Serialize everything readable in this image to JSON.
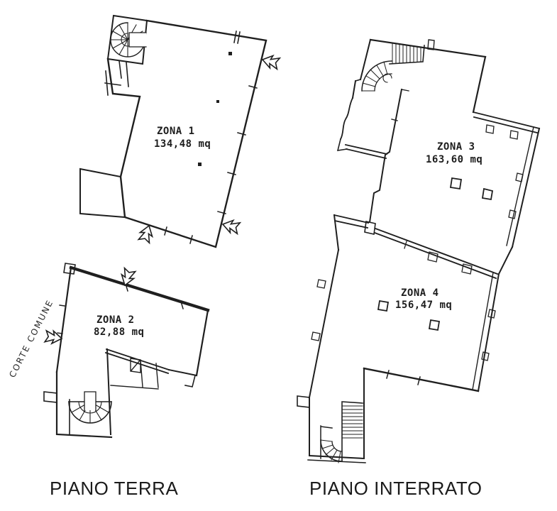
{
  "document": {
    "background": "#ffffff",
    "ink_color": "#1d1d1d",
    "type_note": "scanned cadastral floor plan"
  },
  "floors": [
    {
      "title": "PIANO TERRA",
      "annotation": "CORTE COMUNE",
      "zones": [
        {
          "name": "ZONA 1",
          "area": "134,48 mq"
        },
        {
          "name": "ZONA 2",
          "area": "82,88 mq"
        }
      ]
    },
    {
      "title": "PIANO INTERRATO",
      "zones": [
        {
          "name": "ZONA 3",
          "area": "163,60 mq"
        },
        {
          "name": "ZONA 4",
          "area": "156,47 mq"
        }
      ]
    }
  ],
  "icons": {
    "spiral_staircase": "spiral-staircase-icon",
    "door_arrow": "door-swing-arrow-icon",
    "pillar": "structural-column"
  }
}
